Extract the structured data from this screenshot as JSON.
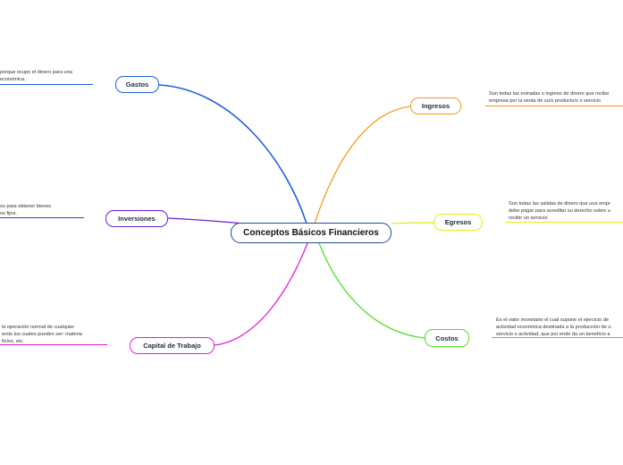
{
  "map": {
    "central": {
      "label": "Conceptos Básicos Financieros",
      "color": "#1d4f91"
    },
    "branches": {
      "gastos": {
        "label": "Gastos",
        "color": "#1f5fe0",
        "note": [
          "porque ocupo el dinero para una",
          "económica."
        ]
      },
      "inversiones": {
        "label": "Inversiones",
        "color": "#6a1fd0",
        "note": [
          "os para obtener bienes",
          "os fijos."
        ]
      },
      "capital": {
        "label": "Capital de Trabajo",
        "color": "#e020d8",
        "note": [
          "la operación normal de cualquier",
          "iento los cuales pueden ser: materia",
          "ficios, etc."
        ]
      },
      "ingresos": {
        "label": "Ingresos",
        "color": "#f59a1a",
        "note": [
          "Son todas las entradas o ingreso de dinero que recibe",
          "empresa por la venta de su/s producto/s o servicio"
        ]
      },
      "egresos": {
        "label": "Egresos",
        "color": "#e4ec1c",
        "note": [
          "Son todas las salidas de dinero que una empr",
          "debe pagar para acreditar su derecho sobre u",
          "recibir un servicio"
        ]
      },
      "costos": {
        "label": "Costos",
        "color": "#4fe02a",
        "note": [
          "Es el valor monetario el cual supone el ejercicio de",
          "actividad económica destinada a la producción de u",
          "servicio o actividad, que por ende da un beneficio a"
        ]
      }
    }
  }
}
